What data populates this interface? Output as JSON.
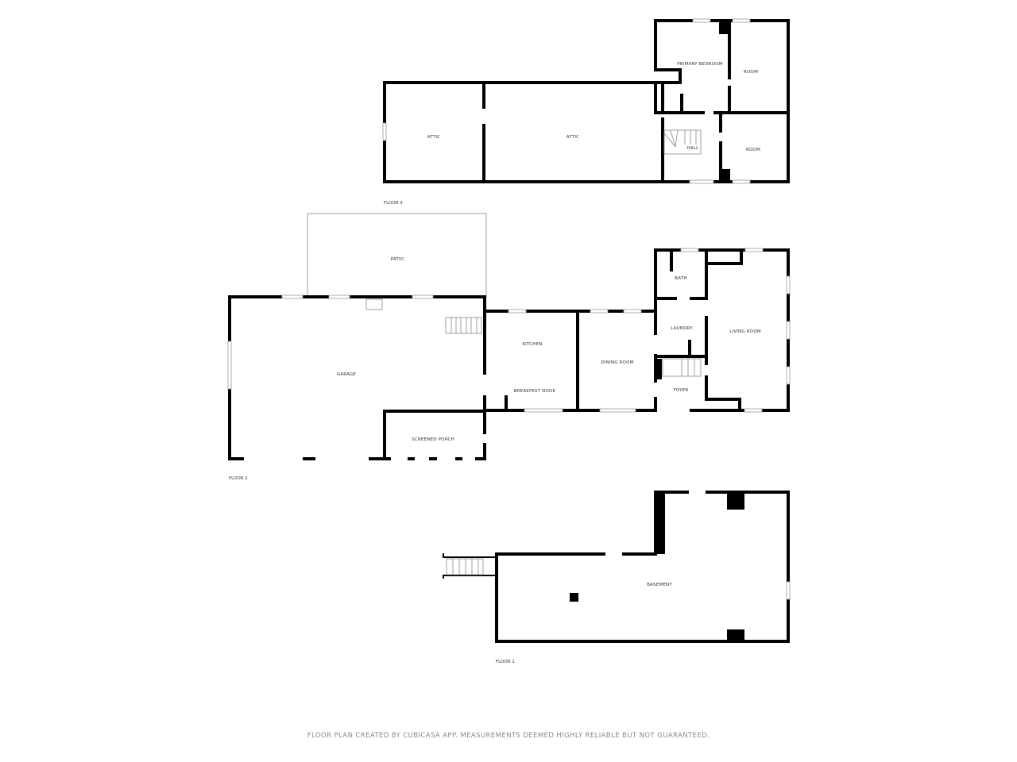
{
  "floors": [
    {
      "label": "FLOOR 3",
      "rooms": [
        "ATTIC",
        "ATTIC",
        "PRIMARY BEDROOM",
        "ROOM",
        "ROOM",
        "HALL"
      ]
    },
    {
      "label": "FLOOR 2",
      "rooms": [
        "PATIO",
        "GARAGE",
        "SCREENED PORCH",
        "KITCHEN",
        "BREAKFAST NOOK",
        "DINING ROOM",
        "BATH",
        "LAUNDRY",
        "LIVING ROOM",
        "FOYER"
      ]
    },
    {
      "label": "FLOOR 1",
      "rooms": [
        "BASEMENT"
      ]
    }
  ],
  "footer": "FLOOR PLAN CREATED BY CUBICASA APP. MEASUREMENTS DEEMED HIGHLY RELIABLE BUT NOT GUARANTEED.",
  "colors": {
    "walls": "#000000",
    "background": "#ffffff",
    "text": "#333333"
  }
}
